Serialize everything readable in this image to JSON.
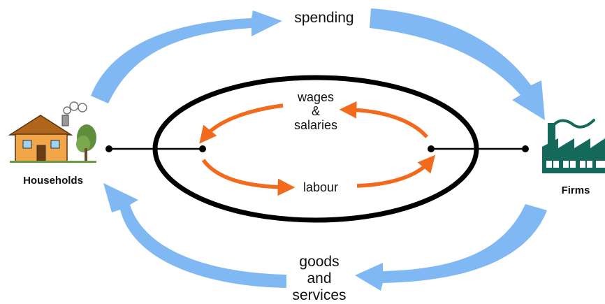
{
  "nodes": {
    "households": {
      "label": "Households"
    },
    "firms": {
      "label": "Firms"
    }
  },
  "flows": {
    "spending": {
      "label": "spending"
    },
    "goods_and_services": {
      "lines": [
        "goods",
        "and",
        "services"
      ]
    },
    "wages_and_salaries": {
      "lines": [
        "wages",
        "&",
        "salaries"
      ]
    },
    "labour": {
      "label": "labour"
    }
  },
  "colors": {
    "outer_flow": "#7fb8f2",
    "inner_flow": "#f26a1b",
    "market_ring": "#000000",
    "house_wall": "#f2a64a",
    "house_roof": "#b0651c",
    "factory": "#14695a",
    "tree": "#5f8f3c"
  },
  "icons": {
    "households": "house-icon",
    "firms": "factory-icon"
  }
}
